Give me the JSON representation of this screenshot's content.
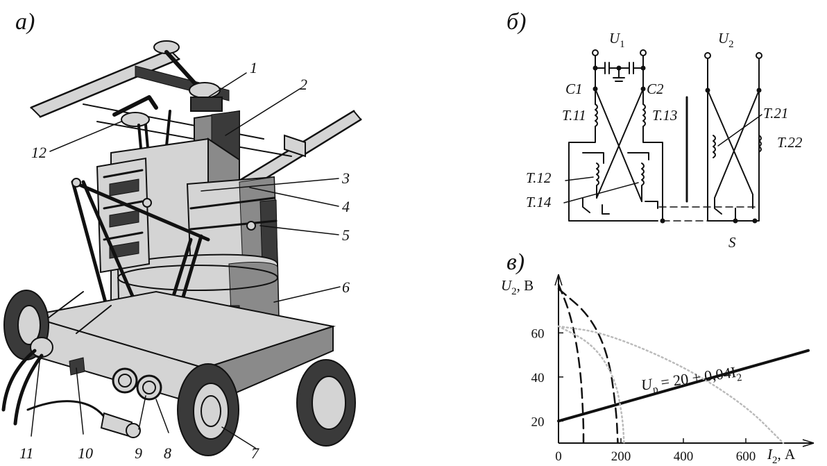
{
  "panel_a": {
    "label": "а)",
    "callouts": [
      "1",
      "2",
      "3",
      "4",
      "5",
      "6",
      "7",
      "8",
      "9",
      "10",
      "11",
      "12"
    ]
  },
  "panel_b": {
    "label": "б)",
    "u1": "U",
    "u1_sub": "1",
    "u2": "U",
    "u2_sub": "2",
    "c1": "C1",
    "c2": "C2",
    "t11": "T.11",
    "t12": "T.12",
    "t13": "T.13",
    "t14": "T.14",
    "t21": "T.21",
    "t22": "T.22",
    "s": "S"
  },
  "panel_c": {
    "label": "в)",
    "ylabel_var": "U",
    "ylabel_sub": "2",
    "ylabel_unit": ", В",
    "xlabel_var": "I",
    "xlabel_sub": "2",
    "xlabel_unit": ", А",
    "equation": "U",
    "equation_sub": "р",
    "equation_rest": " = 20 + 0,04I",
    "equation_sub2": "2"
  },
  "chart_data": {
    "type": "line",
    "xlabel": "I2, А",
    "ylabel": "U2, В",
    "xlim": [
      0,
      800
    ],
    "ylim": [
      10,
      85
    ],
    "xticks": [
      "0",
      "200",
      "400",
      "600"
    ],
    "yticks": [
      "20",
      "40",
      "60"
    ],
    "grid": false,
    "series": [
      {
        "name": "Uр = 20 + 0,04I2",
        "style": "solid",
        "color": "#111111",
        "x": [
          0,
          800
        ],
        "y": [
          20,
          52
        ]
      },
      {
        "style": "dashed",
        "color": "#111111",
        "x": [
          0,
          40,
          70,
          80,
          80
        ],
        "y": [
          82,
          68,
          45,
          20,
          10
        ]
      },
      {
        "style": "dashed",
        "color": "#111111",
        "x": [
          0,
          100,
          160,
          185,
          190
        ],
        "y": [
          80,
          68,
          50,
          25,
          10
        ]
      },
      {
        "style": "dotted",
        "color": "#bbbbbb",
        "x": [
          0,
          110,
          180,
          205,
          210
        ],
        "y": [
          63,
          55,
          40,
          22,
          10
        ]
      },
      {
        "style": "dotted",
        "color": "#bbbbbb",
        "x": [
          0,
          150,
          400,
          600,
          720
        ],
        "y": [
          63,
          60,
          45,
          27,
          10
        ]
      }
    ]
  }
}
